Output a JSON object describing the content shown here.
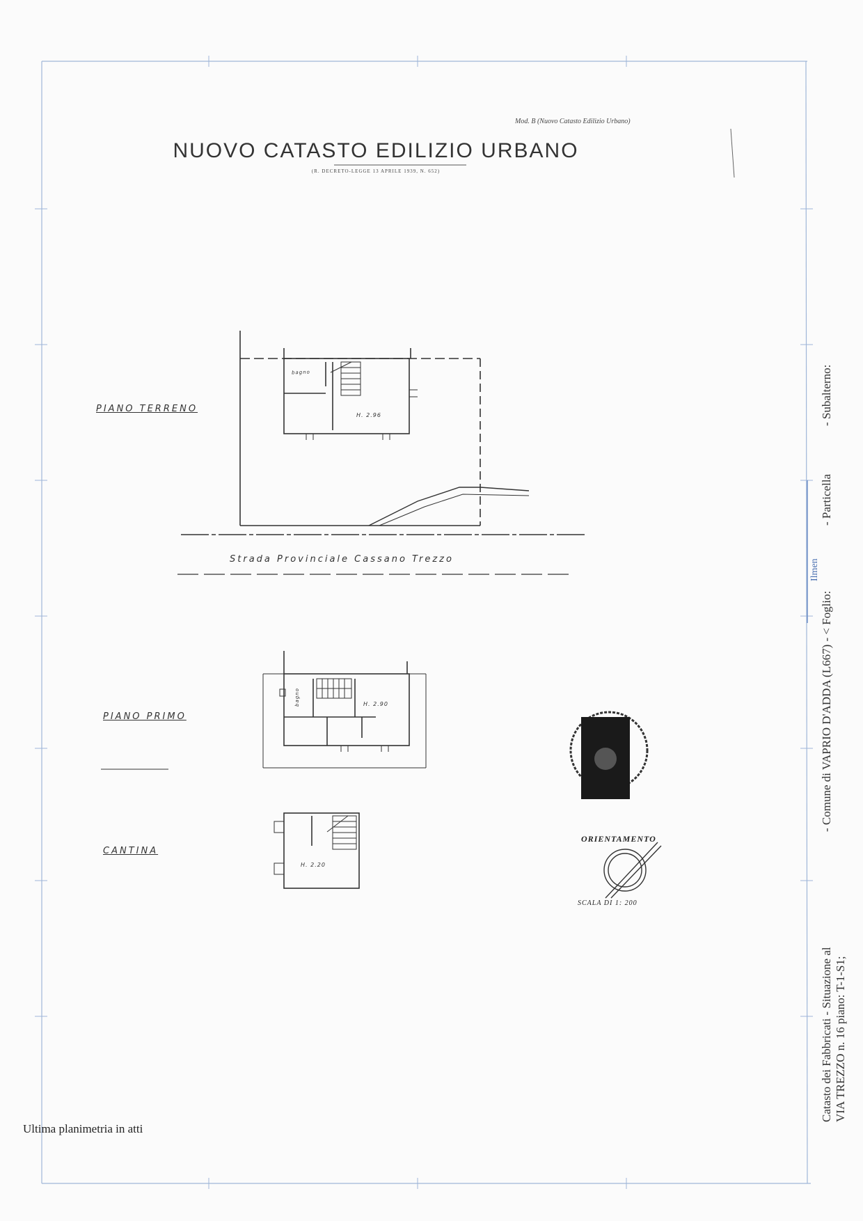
{
  "header": {
    "model": "Mod. B (Nuovo Catasto Edilizio Urbano)",
    "title": "NUOVO CATASTO EDILIZIO URBANO",
    "decree": "(R. DECRETO-LEGGE 13 APRILE 1939, N. 652)"
  },
  "floors": {
    "ground": {
      "label": "PIANO TERRENO",
      "room_label": "bagno",
      "height": "H. 2.96"
    },
    "first": {
      "label": "PIANO PRIMO",
      "room_label": "bagno",
      "height": "H. 2.90"
    },
    "cellar": {
      "label": "CANTINA",
      "height": "H. 2.20"
    }
  },
  "street": "Strada Provinciale Cassano Trezzo",
  "orientation": {
    "label": "ORIENTAMENTO",
    "scale": "SCALA DI 1: 200"
  },
  "footer": {
    "note": "Ultima planimetria in atti"
  },
  "side_text": {
    "line1": "Catasto dei Fabbricati - Situazione al",
    "comune": "- Comune di VAPRIO D'ADDA (L667) - < Foglio:",
    "particella": "- Particella",
    "subalterno": "- Subalterno:",
    "line2": "VIA TREZZO n. 16 piano: T-1-S1;",
    "stamp_fragment": "Ilmen"
  }
}
